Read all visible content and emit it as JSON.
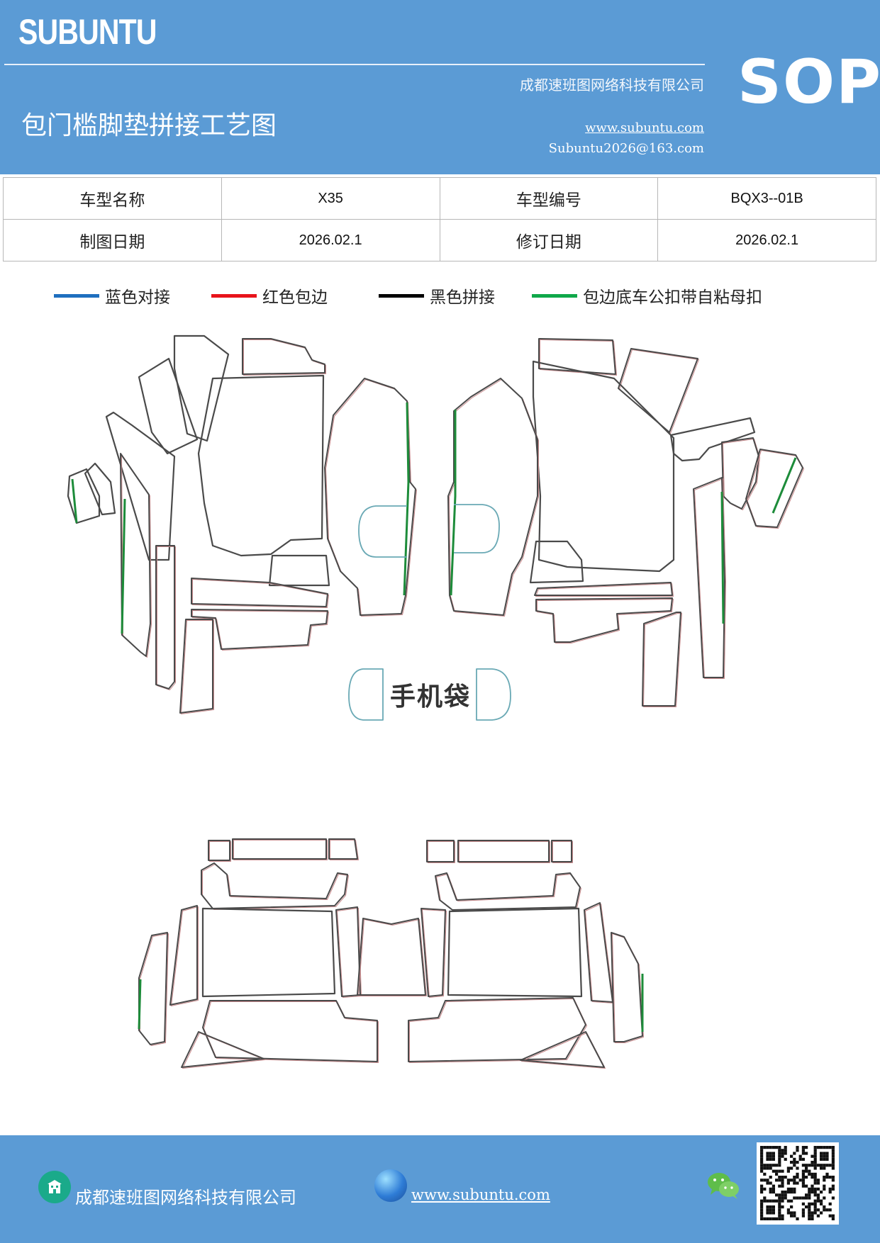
{
  "header": {
    "brand": "SUBUNTU",
    "company": "成都速班图网络科技有限公司",
    "title": "包门槛脚垫拼接工艺图",
    "website": "www.subuntu.com",
    "email": "Subuntu2026@163.com",
    "badge": "SOP"
  },
  "info_table": {
    "rows": [
      {
        "label1": "车型名称",
        "value1": "X35",
        "label2": "车型编号",
        "value2": "BQX3--01B"
      },
      {
        "label1": "制图日期",
        "value1": "2026.02.1",
        "label2": "修订日期",
        "value2": "2026.02.1"
      }
    ]
  },
  "legend": [
    {
      "label": "蓝色对接",
      "color": "#1f6fbf"
    },
    {
      "label": "红色包边",
      "color": "#e8141b"
    },
    {
      "label": "黑色拼接",
      "color": "#000000"
    },
    {
      "label": "包边底车公扣带自粘母扣",
      "color": "#10a84a"
    }
  ],
  "drawing": {
    "phone_pocket_label": "手机袋",
    "colors": {
      "outline": "#4a4a4a",
      "edge": "#c88a8c",
      "velcro": "#1d8c3a",
      "joint": "#6aa9b5"
    }
  },
  "footer": {
    "company": "成都速班图网络科技有限公司",
    "website": "www.subuntu.com",
    "icons": [
      "building-icon",
      "globe-icon",
      "wechat-icon",
      "qr-code"
    ]
  }
}
